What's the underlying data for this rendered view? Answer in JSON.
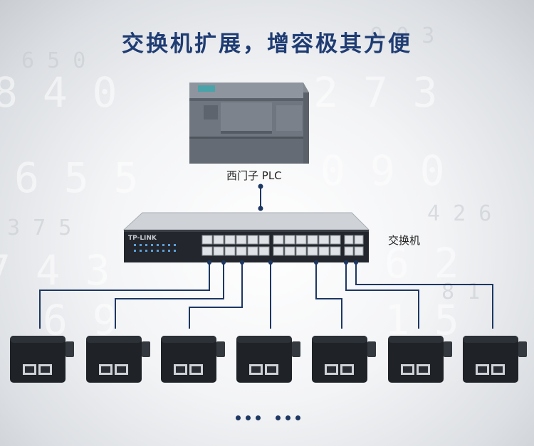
{
  "title": "交换机扩展，增容极其方便",
  "nodes": {
    "plc": "西门子 PLC",
    "switch": "交换机"
  },
  "colors": {
    "title": "#1f3c73",
    "lines": "#1d3763",
    "background": "#f3f4f6"
  }
}
